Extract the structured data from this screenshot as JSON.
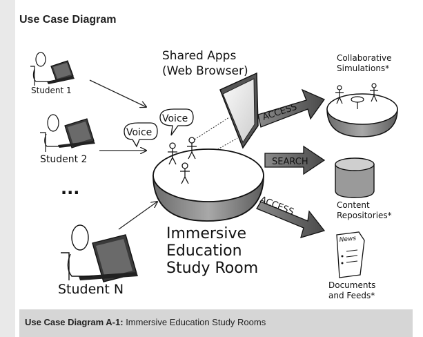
{
  "title": "Use Case Diagram",
  "students": [
    "Student 1",
    "Student 2",
    "...",
    "Student N"
  ],
  "shared_apps": [
    "Shared Apps",
    "(Web Browser)"
  ],
  "voice": [
    "Voice",
    "Voice"
  ],
  "room": [
    "Immersive",
    "Education",
    "Study Room"
  ],
  "arrows": [
    "ACCESS",
    "SEARCH",
    "ACCESS"
  ],
  "targets": {
    "simulations": [
      "Collaborative",
      "Simulations*"
    ],
    "repositories": [
      "Content",
      "Repositories*"
    ],
    "documents": [
      "Documents",
      "and Feeds*"
    ],
    "news_tag": "News"
  },
  "caption": {
    "label": "Use Case Diagram A-1:",
    "text": " Immersive Education Study Rooms"
  }
}
